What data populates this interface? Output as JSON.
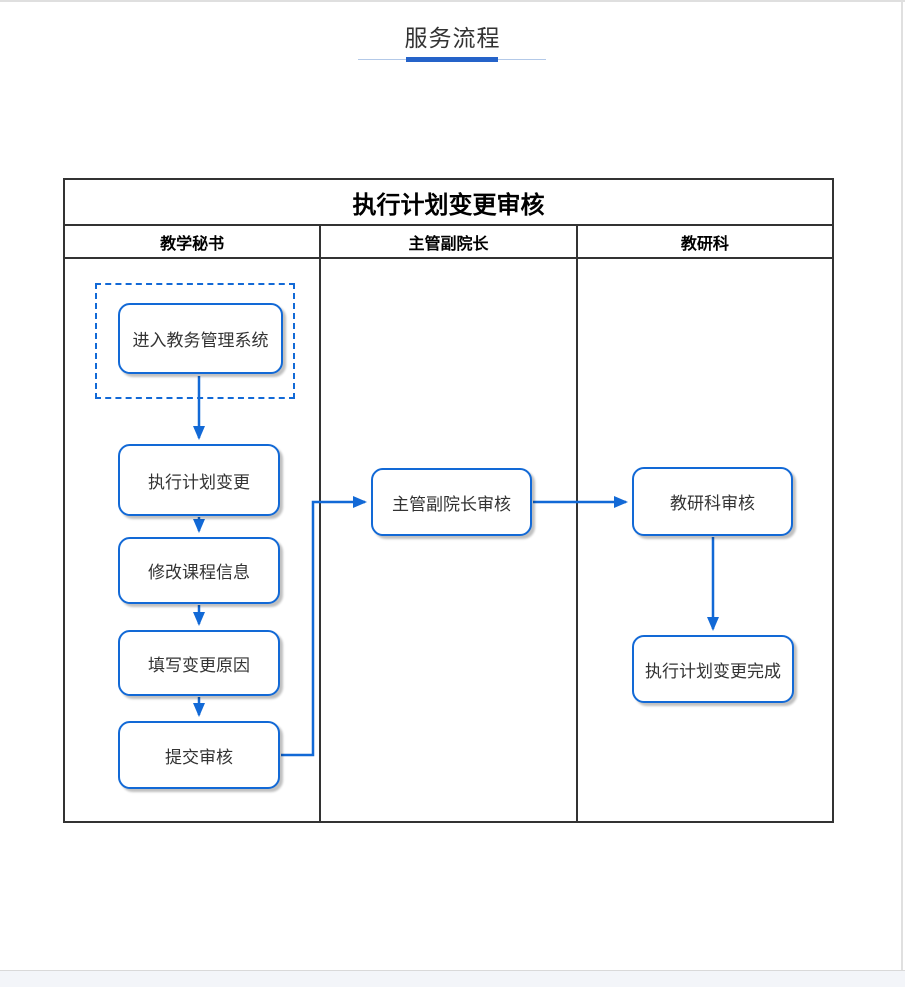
{
  "page": {
    "title": "服务流程"
  },
  "colors": {
    "accent": "#1269d6",
    "underline_bar": "#2563c9",
    "underline_line": "#b3c9e8",
    "table_border": "#333333"
  },
  "flowchart": {
    "title": "执行计划变更审核",
    "lanes": [
      {
        "label": "教学秘书"
      },
      {
        "label": "主管副院长"
      },
      {
        "label": "教研科"
      }
    ],
    "nodes": {
      "enter_system": "进入教务管理系统",
      "plan_change": "执行计划变更",
      "modify_course": "修改课程信息",
      "fill_reason": "填写变更原因",
      "submit_review": "提交审核",
      "dean_review": "主管副院长审核",
      "research_review": "教研科审核",
      "change_complete": "执行计划变更完成"
    }
  }
}
